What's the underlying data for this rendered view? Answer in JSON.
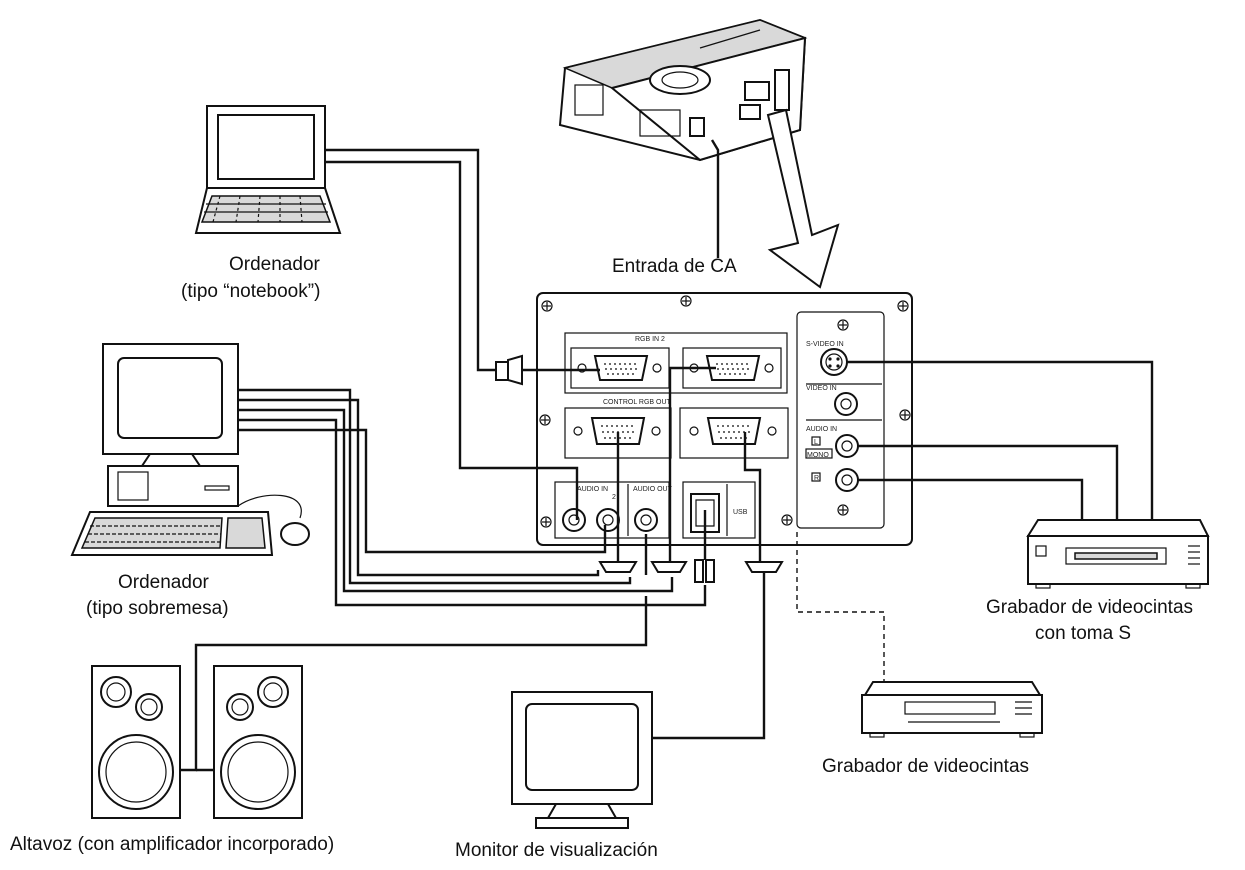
{
  "labels": {
    "ac_input": "Entrada de CA",
    "notebook_line1": "Ordenador",
    "notebook_line2": "(tipo “notebook”)",
    "desktop_line1": "Ordenador",
    "desktop_line2": "(tipo sobremesa)",
    "svhs_vcr_line1": "Grabador de videocintas",
    "svhs_vcr_line2": "con toma S",
    "vcr": "Grabador de videocintas",
    "speakers": "Altavoz (con amplificador incorporado)",
    "monitor": "Monitor de visualización"
  },
  "panel": {
    "rgb_in": "RGB IN 2",
    "control_rgb_out": "CONTROL RGB OUT",
    "audio_in": "AUDIO IN",
    "audio_out": "AUDIO OUT",
    "audio_in_2": "2",
    "usb": "USB",
    "s_video_in": "S-VIDEO IN",
    "video_in": "VIDEO IN",
    "audio_in_right": "AUDIO IN",
    "mono": "MONO",
    "l": "L",
    "r": "R"
  }
}
